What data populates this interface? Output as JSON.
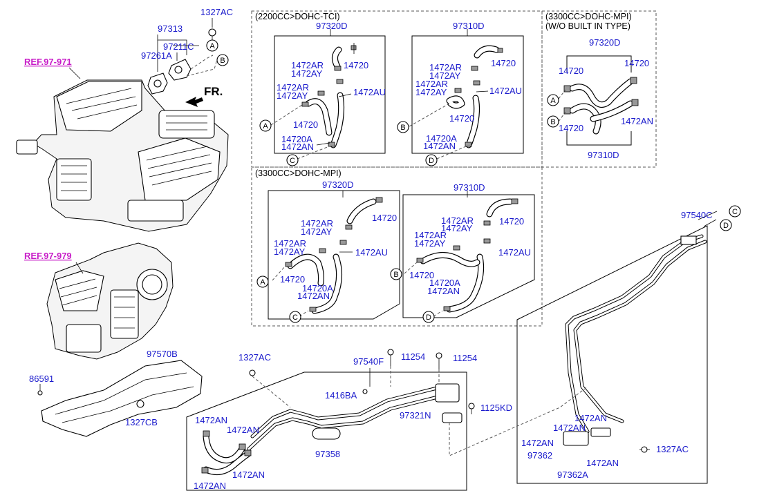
{
  "refs": {
    "ref_971": "REF.97-971",
    "ref_979": "REF.97-979"
  },
  "front_label": "FR.",
  "sections": {
    "tci": "(2200CC>DOHC-TCI)",
    "mpi": "(3300CC>DOHC-MPI)",
    "wo_line1": "(3300CC>DOHC-MPI)",
    "wo_line2": "(W/O BUILT IN TYPE)"
  },
  "callouts": [
    "A",
    "B",
    "C",
    "D"
  ],
  "parts": {
    "p1327AC": "1327AC",
    "p97313": "97313",
    "p97211C": "97211C",
    "p97261A": "97261A",
    "p97320D": "97320D",
    "p97310D": "97310D",
    "p14720": "14720",
    "p1472AR": "1472AR",
    "p1472AY": "1472AY",
    "p1472AU": "1472AU",
    "p14720A": "14720A",
    "p1472AN": "1472AN",
    "p97540C": "97540C",
    "p97570B": "97570B",
    "p86591": "86591",
    "p1327CB": "1327CB",
    "p97540F": "97540F",
    "p11254": "11254",
    "p1416BA": "1416BA",
    "p97321N": "97321N",
    "p1125KD": "1125KD",
    "p97358": "97358",
    "p97362": "97362",
    "p97362A": "97362A"
  }
}
